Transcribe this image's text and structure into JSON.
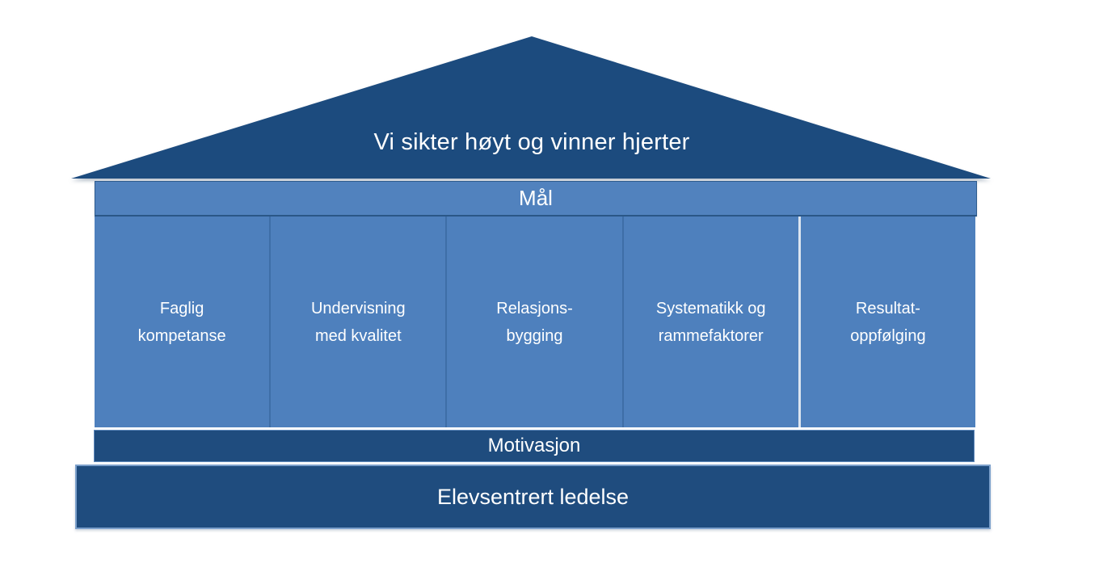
{
  "diagram": {
    "roof": {
      "label": "Vi sikter høyt og vinner hjerter"
    },
    "goal_bar": {
      "label": "Mål"
    },
    "pillars": [
      {
        "line1": "Faglig",
        "line2": "kompetanse"
      },
      {
        "line1": "Undervisning",
        "line2": "med kvalitet"
      },
      {
        "line1": "Relasjons-",
        "line2": "bygging"
      },
      {
        "line1": "Systematikk og",
        "line2": "rammefaktorer"
      },
      {
        "line1": "Resultat-",
        "line2": "oppfølging"
      }
    ],
    "motivation_bar": {
      "label": "Motivasjon"
    },
    "base_bar": {
      "label": "Elevsentrert ledelse"
    }
  },
  "colors": {
    "dark_blue": "#1F4C7E",
    "medium_blue": "#4E80BD",
    "maal_blue": "#5182BE",
    "divider_dark": "#3E6EA7",
    "divider_light": "#DCE5F0",
    "base_border": "#7CA0CB",
    "text_color": "#FFFFFF"
  }
}
